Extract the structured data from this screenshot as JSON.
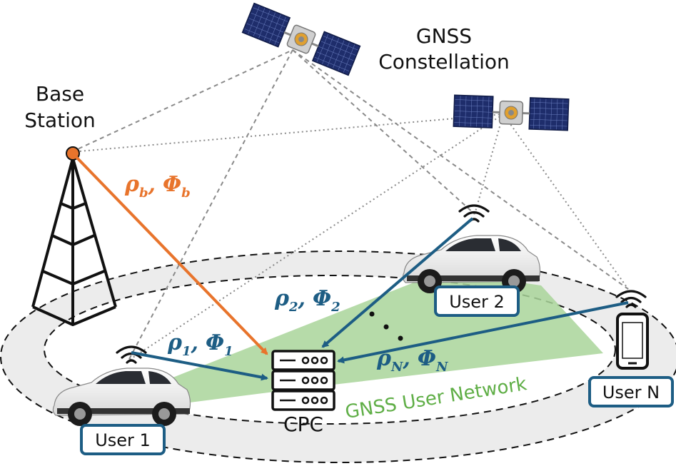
{
  "labels": {
    "gnss_line1": "GNSS",
    "gnss_line2": "Constellation",
    "base_line1": "Base",
    "base_line2": "Station",
    "cpc": "CPC",
    "network": "GNSS User Network",
    "ellipsis": "⋱"
  },
  "users": {
    "user1": "User 1",
    "user2": "User 2",
    "userN": "User N"
  },
  "measurements": {
    "base": {
      "rho": "ρ",
      "sub": "b",
      "phi": "Φ",
      "phisub": "b"
    },
    "m1": {
      "rho": "ρ",
      "sub": "1",
      "phi": "Φ",
      "phisub": "1"
    },
    "m2": {
      "rho": "ρ",
      "sub": "2",
      "phi": "Φ",
      "phisub": "2"
    },
    "mN": {
      "rho": "ρ",
      "sub": "N",
      "phi": "Φ",
      "phisub": "N"
    },
    "sep": ","
  },
  "colors": {
    "orange": "#e8742c",
    "blue": "#1d5d84",
    "green": "#5fae46",
    "network_fill": "#a9d59a",
    "ring_fill": "#ececec"
  },
  "icons": [
    "satellite-icon",
    "tower-icon",
    "car-icon",
    "phone-icon",
    "server-icon",
    "wifi-icon"
  ]
}
